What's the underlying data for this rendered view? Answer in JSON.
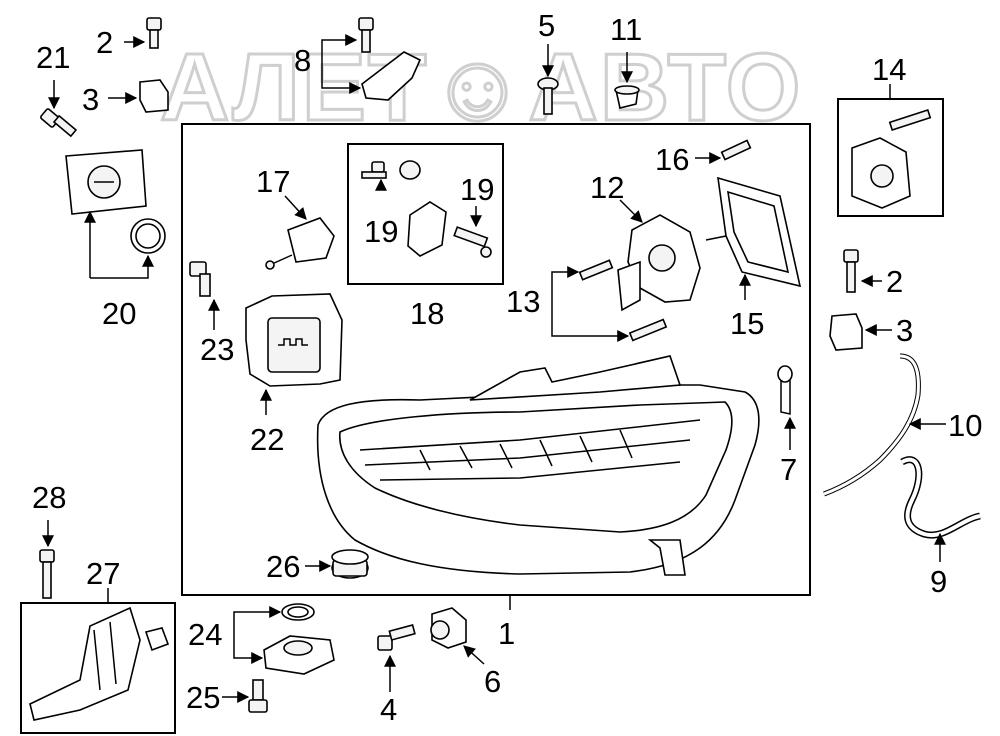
{
  "watermark": "АЛЕТ☺АВТО",
  "callouts": {
    "c1": "1",
    "c2a": "2",
    "c2b": "2",
    "c3a": "3",
    "c3b": "3",
    "c4": "4",
    "c5": "5",
    "c6": "6",
    "c7": "7",
    "c8": "8",
    "c9": "9",
    "c10": "10",
    "c11": "11",
    "c12": "12",
    "c13": "13",
    "c14": "14",
    "c15": "15",
    "c16": "16",
    "c17": "17",
    "c18": "18",
    "c19a": "19",
    "c19b": "19",
    "c20": "20",
    "c21": "21",
    "c22": "22",
    "c23": "23",
    "c24": "24",
    "c25": "25",
    "c26": "26",
    "c27": "27",
    "c28": "28"
  }
}
